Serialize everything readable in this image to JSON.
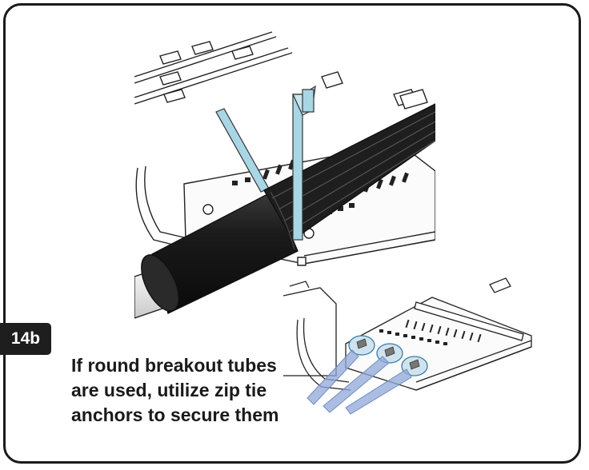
{
  "step": {
    "badge": "14b"
  },
  "instruction": {
    "lines": [
      "If round breakout tubes",
      "are used, utilize zip tie",
      "anchors to secure them"
    ]
  },
  "colors": {
    "frame": "#1a1a1a",
    "badge_bg": "#1e1e1e",
    "zip_tie": "#a9d6e5",
    "cable_black": "#1c1c1c",
    "breakout_tube": "#e8e8e8",
    "callout_arrow": "#8fa8d8"
  },
  "icons": {
    "zip_tie_anchor": "zip-tie-anchor-icon"
  }
}
